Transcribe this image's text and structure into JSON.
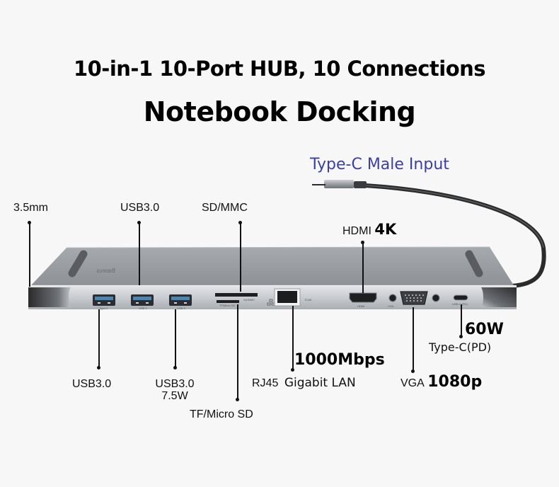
{
  "headline": {
    "line1": "10-in-1 10-Port HUB, 10 Connections",
    "line2": "Notebook Docking"
  },
  "cable": {
    "label": "Type-C Male Input",
    "label_color": "#3b3ea8"
  },
  "product": {
    "brand_mark": "Baseus",
    "body_color": "#9ea2a7",
    "front_color": "#c5c8cc"
  },
  "callouts_top": [
    {
      "id": "audio",
      "label": "3.5mm"
    },
    {
      "id": "usb-top",
      "label": "USB3.0"
    },
    {
      "id": "sd",
      "label": "SD/MMC"
    },
    {
      "id": "hdmi",
      "label": "HDMI",
      "emphasis": "4K"
    }
  ],
  "callouts_bottom": [
    {
      "id": "usb-1",
      "label": "USB3.0"
    },
    {
      "id": "usb-3",
      "label": "USB3.0",
      "sub": "7.5W"
    },
    {
      "id": "tf",
      "label": "TF/Micro SD"
    },
    {
      "id": "rj45",
      "label": "RJ45",
      "desc": "Gigabit LAN",
      "emphasis": "1000Mbps"
    },
    {
      "id": "vga",
      "label": "VGA",
      "emphasis": "1080p"
    },
    {
      "id": "pd",
      "label": "Type-C(PD)",
      "emphasis": "60W"
    }
  ],
  "port_markings": {
    "usb1": "Type-1",
    "usb2": "USB 3",
    "usb3": "USB 3",
    "sd": "SD/MMC",
    "tf": "TF/Micro SD",
    "rj45": "RJ45",
    "hdmi": "HDMI",
    "vga": "VGA",
    "typec": "USB-C (PD)"
  }
}
